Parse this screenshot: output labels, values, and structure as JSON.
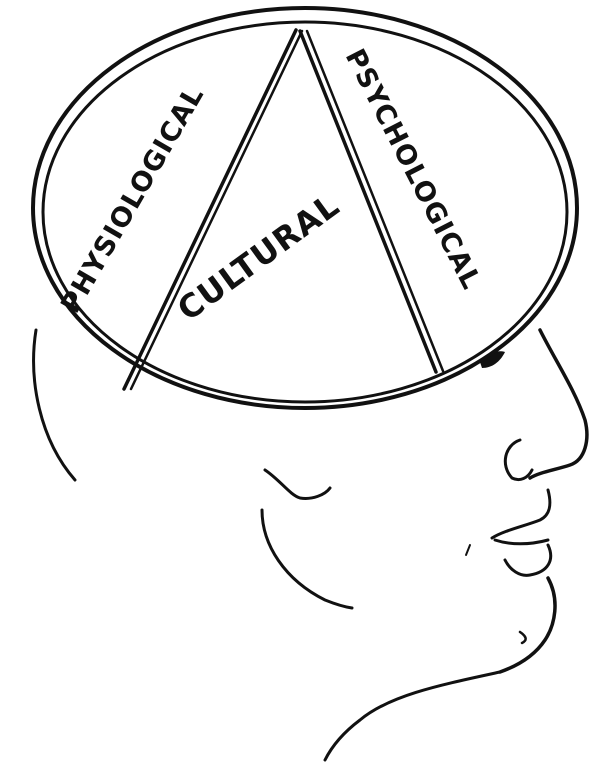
{
  "diagram": {
    "labels": {
      "physiological": "PHYSIOLOGICAL",
      "cultural": "CULTURAL",
      "psychological": "PSYCHOLOGICAL"
    }
  }
}
